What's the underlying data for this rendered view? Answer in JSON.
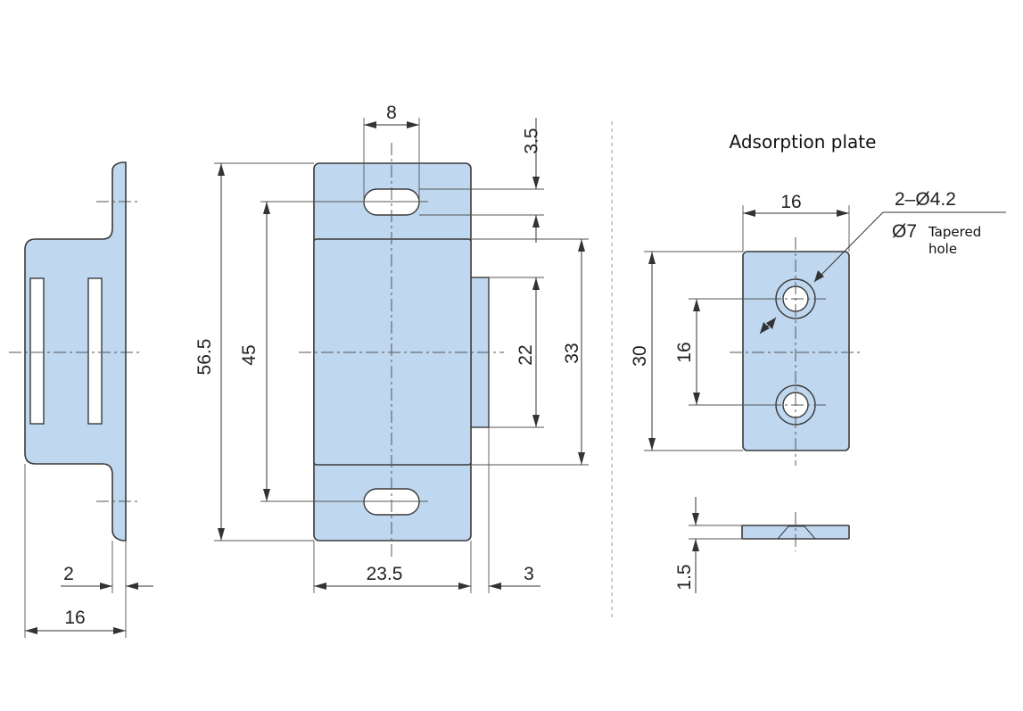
{
  "title": "Adsorption plate",
  "side_view": {
    "dims": {
      "plate_thickness": "2",
      "overall_depth": "16"
    }
  },
  "front_view": {
    "dims": {
      "slot_width": "8",
      "slot_offset": "3.5",
      "overall_height": "56.5",
      "hole_pitch": "45",
      "magnet_width": "22",
      "body_height": "33",
      "body_width": "23.5",
      "magnet_protrusion": "3"
    }
  },
  "plate_view": {
    "dims": {
      "width": "16",
      "height": "30",
      "hole_pitch": "16",
      "hole_spec": "2–Ø4.2",
      "taper_diameter": "Ø7",
      "taper_label_line1": "Tapered",
      "taper_label_line2": "hole",
      "thickness": "1.5"
    }
  },
  "colors": {
    "part_fill": "#bfd7ef",
    "outline": "#3a3a3a"
  }
}
